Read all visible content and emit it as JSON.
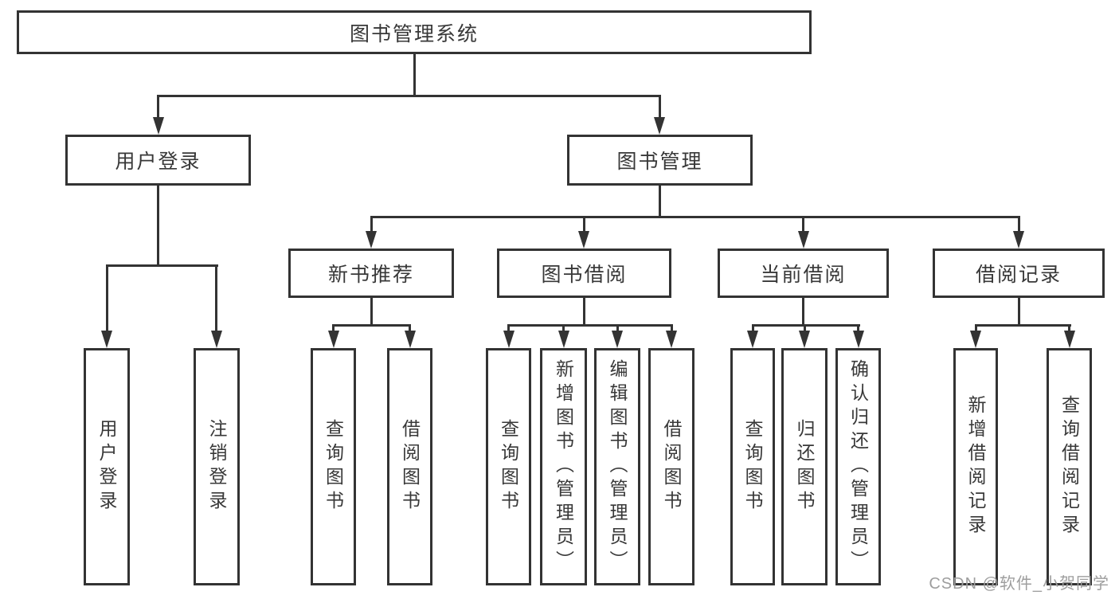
{
  "diagram": {
    "root_label": "图书管理系统",
    "level2": [
      {
        "label": "用户登录",
        "children": [
          "用户登录",
          "注销登录"
        ]
      },
      {
        "label": "图书管理"
      }
    ],
    "level3": [
      {
        "label": "新书推荐",
        "children": [
          "查询图书",
          "借阅图书"
        ]
      },
      {
        "label": "图书借阅",
        "children": [
          "查询图书",
          "新增图书（管理员）",
          "编辑图书（管理员）",
          "借阅图书"
        ]
      },
      {
        "label": "当前借阅",
        "children": [
          "查询图书",
          "归还图书",
          "确认归还（管理员）"
        ]
      },
      {
        "label": "借阅记录",
        "children": [
          "新增借阅记录",
          "查询借阅记录"
        ]
      }
    ],
    "watermark": "CSDN @软件_小贺同学",
    "colors": {
      "line": "#333333",
      "text": "#383838",
      "watermark": "#9e9e9e",
      "box_background": "#ffffff",
      "page_background": "#ffffff"
    }
  }
}
